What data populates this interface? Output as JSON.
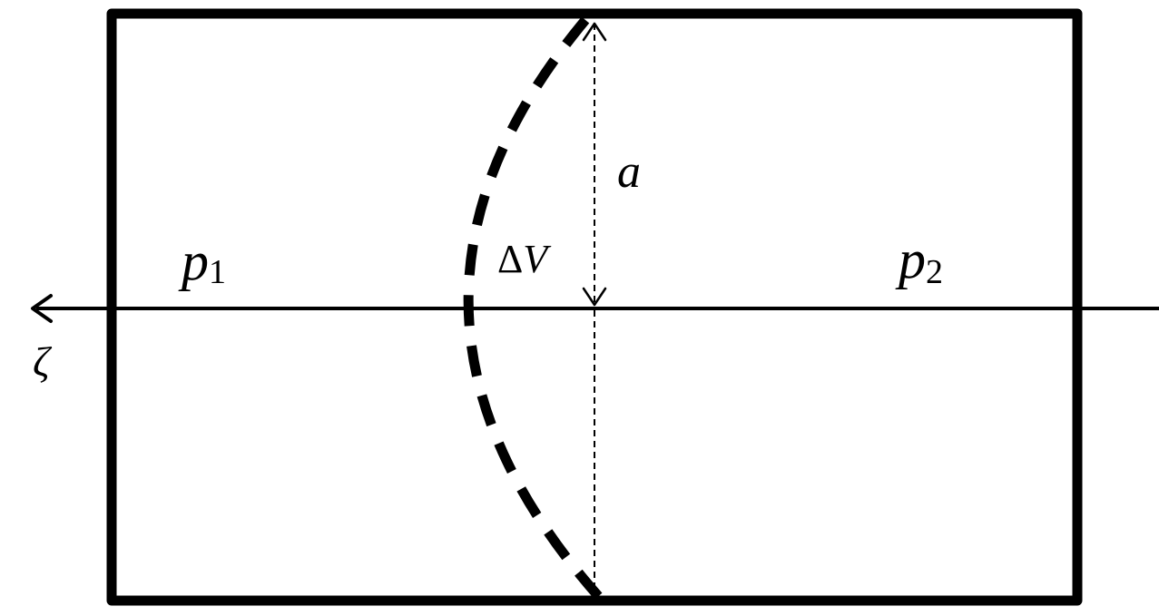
{
  "diagram": {
    "labels": {
      "p1": {
        "symbol": "p",
        "subscript": "1"
      },
      "p2": {
        "symbol": "p",
        "subscript": "2"
      },
      "delta_v": {
        "delta": "Δ",
        "symbol": "V"
      },
      "a": "a",
      "zeta": "ζ"
    },
    "colors": {
      "stroke": "#000000",
      "background": "#ffffff"
    }
  }
}
